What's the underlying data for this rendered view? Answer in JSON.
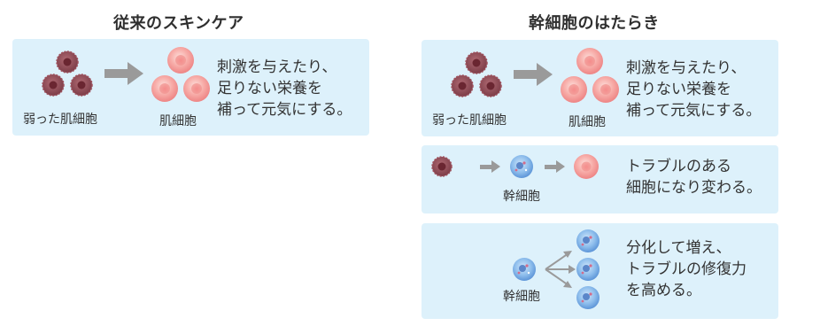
{
  "left": {
    "title": "従来のスキンケア",
    "panel": {
      "weak_label": "弱った肌細胞",
      "skin_label": "肌細胞",
      "lines": [
        "刺激を与えたり、",
        "足りない栄養を",
        "補って元気にする。"
      ]
    }
  },
  "right": {
    "title": "幹細胞のはたらき",
    "panel1": {
      "weak_label": "弱った肌細胞",
      "skin_label": "肌細胞",
      "lines": [
        "刺激を与えたり、",
        "足りない栄養を",
        "補って元気にする。"
      ]
    },
    "panel2": {
      "stem_label": "幹細胞",
      "lines": [
        "トラブルのある",
        "細胞になり変わる。"
      ]
    },
    "panel3": {
      "stem_label": "幹細胞",
      "lines": [
        "分化して増え、",
        "トラブルの修復力",
        "を高める。"
      ]
    }
  },
  "colors": {
    "panel_bg": "#ddf1fb",
    "weak_cell": "#8a4a55",
    "skin_cell": "#f49a9a",
    "stem_cell": "#7fb0e6",
    "arrow": "#9a9a9a"
  },
  "icons": [
    "weak-cell-icon",
    "healthy-cell-icon",
    "stem-cell-icon",
    "arrow-right-icon",
    "split-arrows-icon"
  ]
}
